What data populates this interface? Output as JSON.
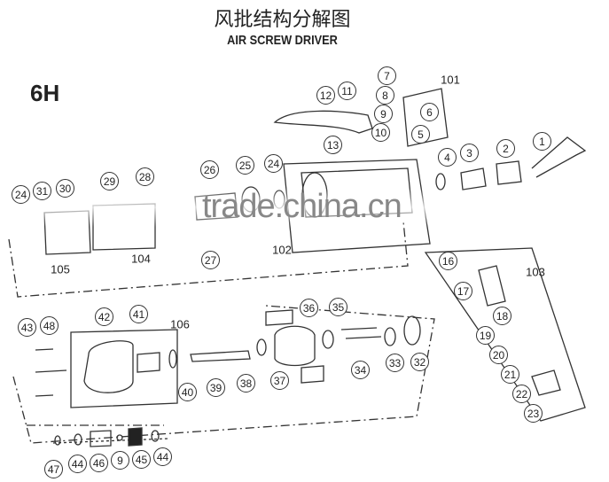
{
  "title_cn": "风批结构分解图",
  "title_en": "AIR SCREW DRIVER",
  "model": "6H",
  "watermark": "trade.china.cn",
  "parts": [
    "1",
    "2",
    "3",
    "4",
    "5",
    "6",
    "7",
    "8",
    "9",
    "10",
    "11",
    "12",
    "13",
    "16",
    "17",
    "18",
    "19",
    "20",
    "21",
    "22",
    "23",
    "24",
    "24",
    "25",
    "26",
    "27",
    "28",
    "29",
    "30",
    "31",
    "32",
    "33",
    "34",
    "35",
    "36",
    "37",
    "38",
    "39",
    "40",
    "41",
    "42",
    "43",
    "44",
    "44",
    "45",
    "46",
    "47",
    "48",
    "9"
  ],
  "groups": [
    "101",
    "102",
    "103",
    "104",
    "105",
    "106"
  ]
}
